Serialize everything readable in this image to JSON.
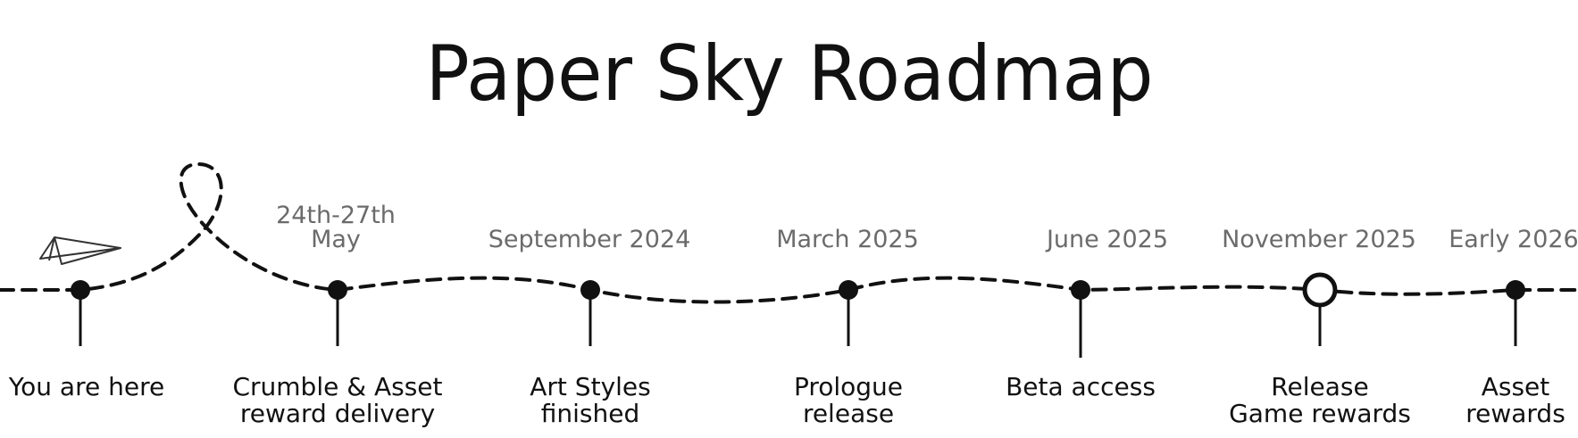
{
  "title": "Paper Sky Roadmap",
  "colors": {
    "ink": "#111111",
    "date": "#6b6b6b",
    "highlight": "#b01414",
    "background": "#ffffff"
  },
  "icons": {
    "start": "paper-plane-icon"
  },
  "milestones": [
    {
      "id": "you-are-here",
      "date_lines": [],
      "label_lines": [
        "You are here"
      ],
      "marker": "filled"
    },
    {
      "id": "crumble-asset-reward-delivery",
      "date_lines": [
        "24th-27th",
        "May"
      ],
      "label_lines": [
        "Crumble & Asset",
        "reward delivery"
      ],
      "marker": "filled"
    },
    {
      "id": "art-styles-finished",
      "date_lines": [
        "September 2024"
      ],
      "label_lines": [
        "Art Styles",
        "finished"
      ],
      "marker": "filled"
    },
    {
      "id": "prologue-release",
      "date_lines": [
        "March 2025"
      ],
      "label_lines": [
        "Prologue",
        "release"
      ],
      "marker": "filled"
    },
    {
      "id": "beta-access",
      "date_lines": [
        "June 2025"
      ],
      "label_lines": [
        "Beta access"
      ],
      "marker": "filled"
    },
    {
      "id": "release-game-rewards",
      "date_lines": [
        "November 2025"
      ],
      "label_lines": [
        "Release",
        "Game rewards"
      ],
      "highlight_line": 0,
      "marker": "open"
    },
    {
      "id": "asset-rewards",
      "date_lines": [
        "Early 2026"
      ],
      "label_lines": [
        "Asset",
        "rewards"
      ],
      "marker": "filled"
    }
  ]
}
